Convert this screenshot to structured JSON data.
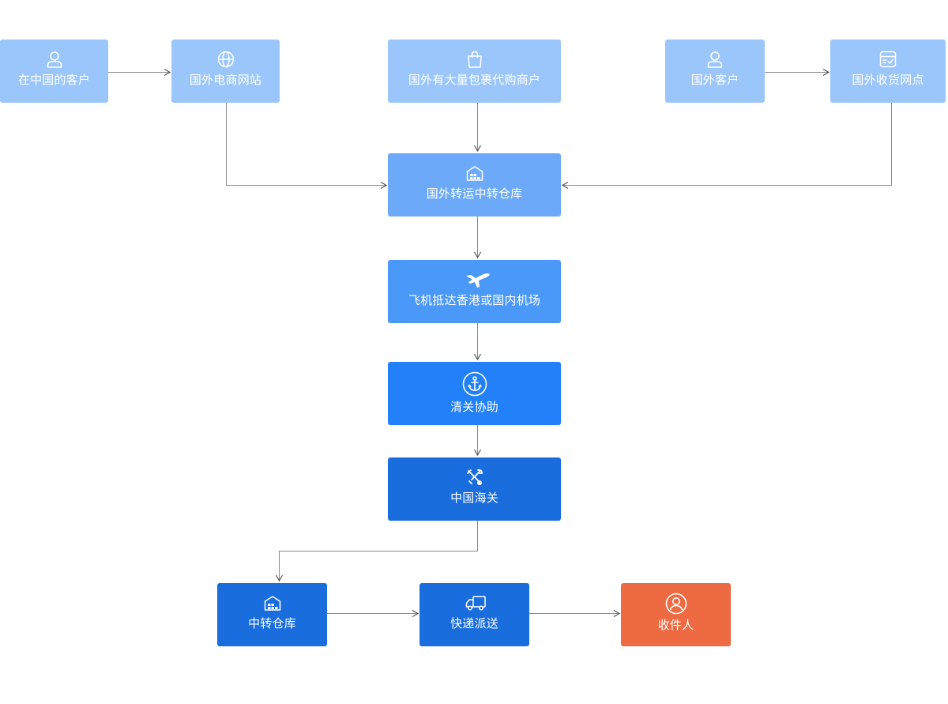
{
  "nodes": {
    "cn_client": {
      "label": "在中国的客户",
      "icon": "user-outline-icon"
    },
    "ecommerce": {
      "label": "国外电商网站",
      "icon": "globe-icon"
    },
    "merchant": {
      "label": "国外有大量包裹代购商户",
      "icon": "shopping-bag-icon"
    },
    "foreign_client": {
      "label": "国外客户",
      "icon": "user-outline-icon"
    },
    "receiving": {
      "label": "国外收货网点",
      "icon": "inbox-check-icon"
    },
    "transit": {
      "label": "国外转运中转仓库",
      "icon": "warehouse-icon"
    },
    "flight": {
      "label": "飞机抵达香港或国内机场",
      "icon": "airplane-icon"
    },
    "clearance": {
      "label": "清关协助",
      "icon": "anchor-icon"
    },
    "customs": {
      "label": "中国海关",
      "icon": "tools-icon"
    },
    "warehouse": {
      "label": "中转仓库",
      "icon": "warehouse-icon"
    },
    "express": {
      "label": "快递派送",
      "icon": "truck-icon"
    },
    "receiver": {
      "label": "收件人",
      "icon": "user-circle-icon"
    }
  },
  "colors": {
    "top_row": "#9bc6fb",
    "transit": "#6caaf9",
    "flight": "#4a98f8",
    "clearance": "#2280f8",
    "dark": "#1a6ddd",
    "receiver": "#ed6a43",
    "connector": "#8a8a8a"
  }
}
